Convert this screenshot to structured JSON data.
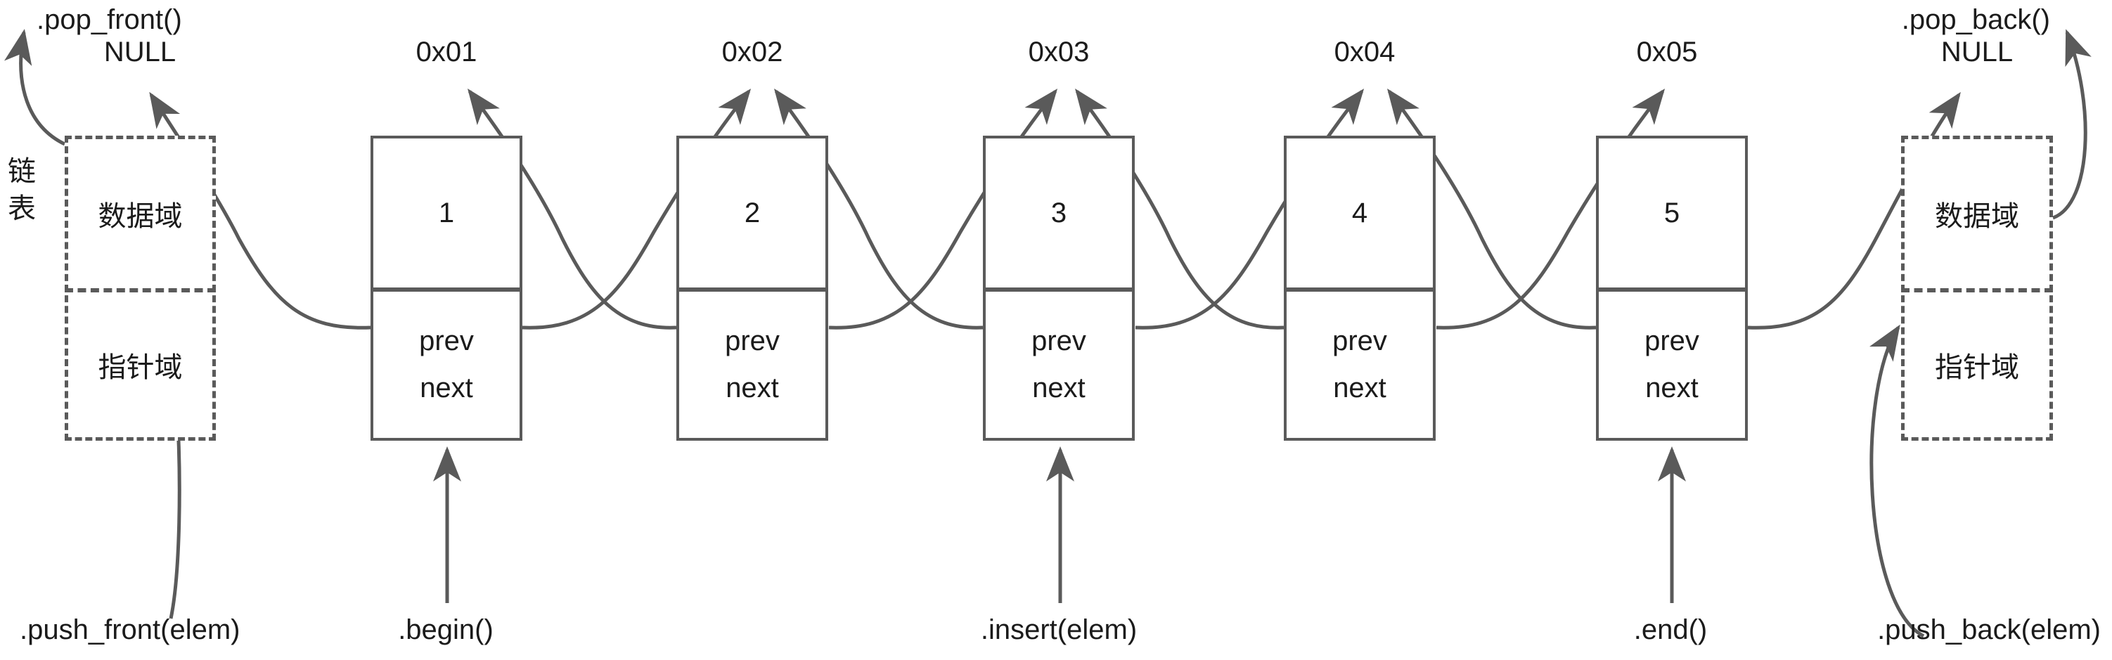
{
  "diagram": {
    "title_label": "链\n表",
    "stroke_color": "#5a5a5a",
    "text_color": "#1b1b1b",
    "background": "#ffffff"
  },
  "sentinel_left": {
    "null_label": "NULL",
    "data_field": "数据域",
    "pointer_field": "指针域"
  },
  "sentinel_right": {
    "null_label": "NULL",
    "data_field": "数据域",
    "pointer_field": "指针域"
  },
  "nodes": [
    {
      "address": "0x01",
      "value": "1",
      "prev_label": "prev",
      "next_label": "next"
    },
    {
      "address": "0x02",
      "value": "2",
      "prev_label": "prev",
      "next_label": "next"
    },
    {
      "address": "0x03",
      "value": "3",
      "prev_label": "prev",
      "next_label": "next"
    },
    {
      "address": "0x04",
      "value": "4",
      "prev_label": "prev",
      "next_label": "next"
    },
    {
      "address": "0x05",
      "value": "5",
      "prev_label": "prev",
      "next_label": "next"
    }
  ],
  "operations": {
    "pop_front": ".pop_front()",
    "pop_back": ".pop_back()",
    "push_front": ".push_front(elem)",
    "push_back": ".push_back(elem)",
    "begin": ".begin()",
    "end": ".end()",
    "insert": ".insert(elem)"
  }
}
